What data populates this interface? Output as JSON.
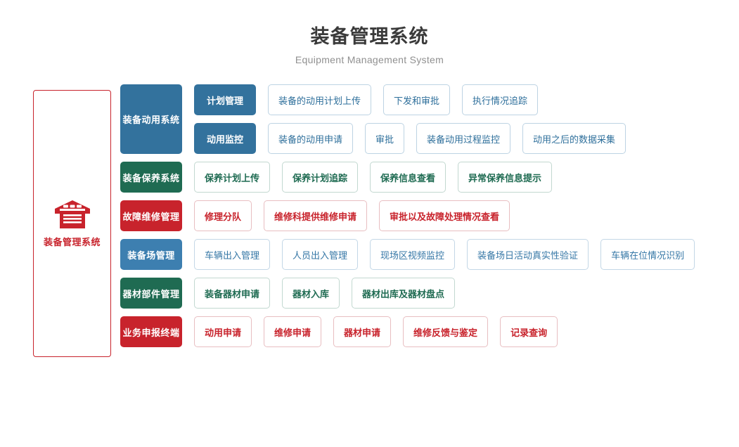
{
  "header": {
    "title": "装备管理系统",
    "subtitle": "Equipment Management System"
  },
  "system_panel": {
    "icon": "warehouse-icon",
    "label": "装备管理系统",
    "border_color": "#c8232c",
    "text_color": "#c8232c"
  },
  "palette": {
    "blue": "#33729d",
    "blue_light": "#3d7fb0",
    "green": "#1f6b52",
    "red": "#c8232c",
    "title_gray": "#3a3a3a",
    "subtitle_gray": "#909090"
  },
  "rows": [
    {
      "category": "装备动用系统",
      "color": "#33729d",
      "subrows": [
        {
          "sub_label": "计划管理",
          "cards": [
            "装备的动用计划上传",
            "下发和审批",
            "执行情况追踪"
          ]
        },
        {
          "sub_label": "动用监控",
          "cards": [
            "装备的动用申请",
            "审批",
            "装备动用过程监控",
            "动用之后的数据采集"
          ]
        }
      ]
    },
    {
      "category": "装备保养系统",
      "color": "#1f6b52",
      "cards": [
        "保养计划上传",
        "保养计划追踪",
        "保养信息查看",
        "异常保养信息提示"
      ]
    },
    {
      "category": "故障维修管理",
      "color": "#c8232c",
      "cards": [
        "修理分队",
        "维修科提供维修申请",
        "审批以及故障处理情况查看"
      ]
    },
    {
      "category": "装备场管理",
      "color": "#3d7fb0",
      "cards": [
        "车辆出入管理",
        "人员出入管理",
        "现场区视频监控",
        "装备场日活动真实性验证",
        "车辆在位情况识别"
      ]
    },
    {
      "category": "器材部件管理",
      "color": "#1f6b52",
      "cards": [
        "装备器材申请",
        "器材入库",
        "器材出库及器材盘点"
      ]
    },
    {
      "category": "业务申报终端",
      "color": "#c8232c",
      "cards": [
        "动用申请",
        "维修申请",
        "器材申请",
        "维修反馈与鉴定",
        "记录查询"
      ]
    }
  ]
}
